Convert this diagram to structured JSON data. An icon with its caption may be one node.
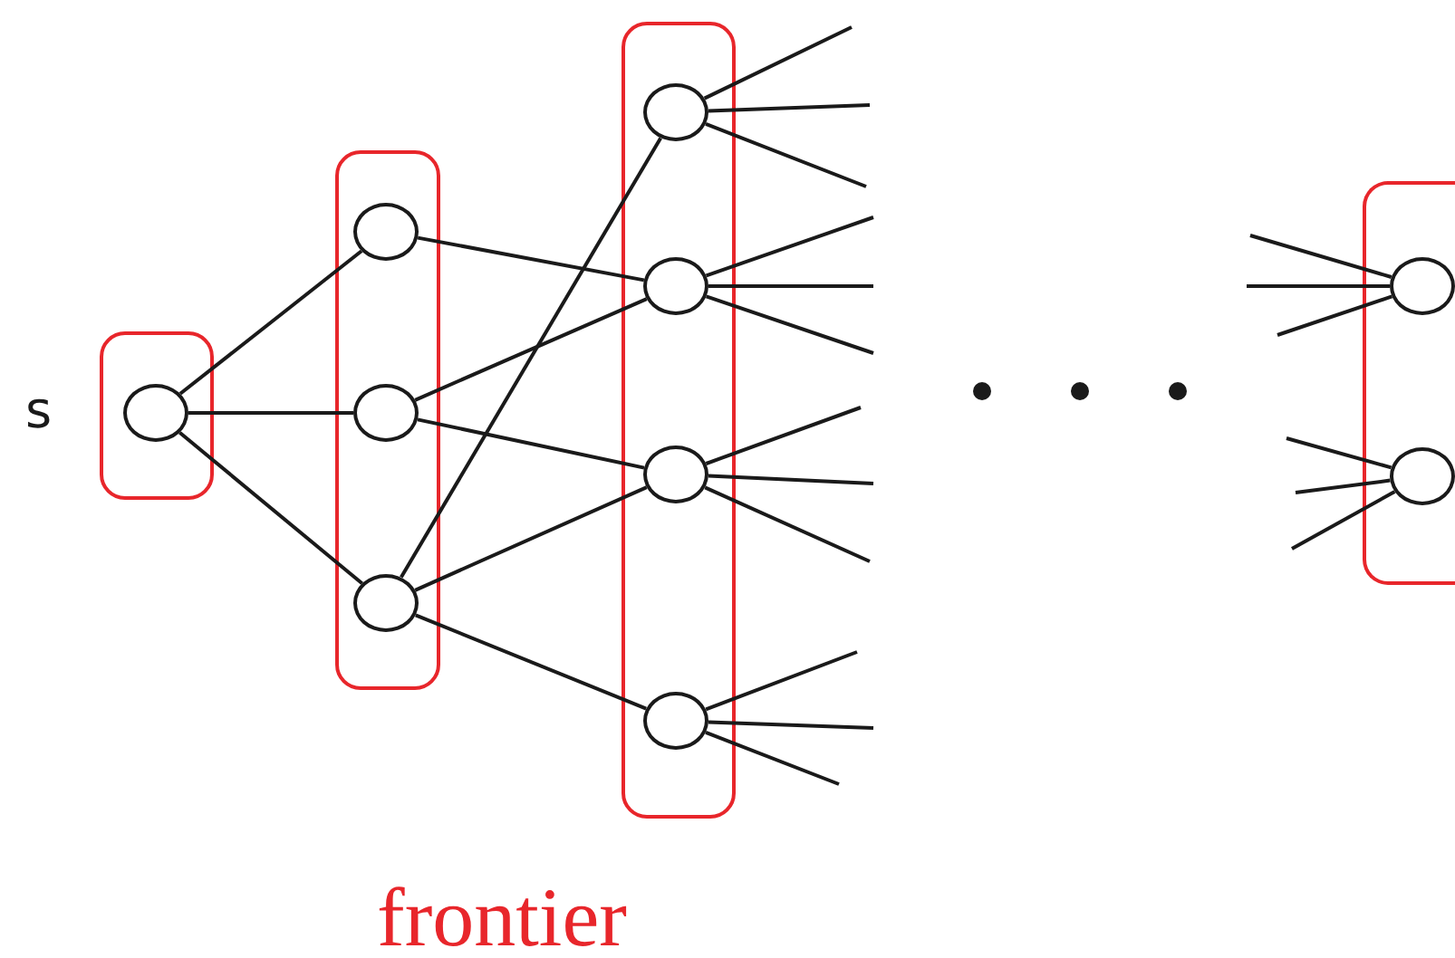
{
  "diagram": {
    "nodes": [
      {
        "text": [],
        "shape": "box"
      },
      {
        "text": [],
        "shape": "circle",
        "in": 0,
        "beside": [
          "s"
        ]
      },
      {
        "text": [],
        "shape": "box"
      },
      {
        "text": [],
        "shape": "circle",
        "in": 2
      },
      {
        "text": [],
        "shape": "circle",
        "in": 2
      },
      {
        "text": [],
        "shape": "circle",
        "in": 2
      },
      {
        "text": [],
        "shape": "box"
      },
      {
        "text": [],
        "shape": "circle",
        "in": 6
      },
      {
        "text": [],
        "shape": "circle",
        "in": 6
      },
      {
        "text": [],
        "shape": "circle",
        "in": 6
      },
      {
        "text": [],
        "shape": "circle",
        "in": 6
      },
      {
        "text": [],
        "shape": "box"
      },
      {
        "text": [],
        "shape": "circle",
        "in": 11
      },
      {
        "text": [],
        "shape": "circle",
        "in": 11
      }
    ],
    "edges": [
      {
        "from": 1,
        "to": 3,
        "arrow": "none"
      },
      {
        "from": 1,
        "to": 4,
        "arrow": "none"
      },
      {
        "from": 1,
        "to": 5,
        "arrow": "none"
      },
      {
        "from": 3,
        "to": 8,
        "arrow": "none"
      },
      {
        "from": 4,
        "to": 8,
        "arrow": "none"
      },
      {
        "from": 4,
        "to": 9,
        "arrow": "none"
      },
      {
        "from": 5,
        "to": 7,
        "arrow": "none"
      },
      {
        "from": 5,
        "to": 9,
        "arrow": "none"
      },
      {
        "from": 5,
        "to": 10,
        "arrow": "none"
      },
      {
        "from": 7,
        "to": null,
        "arrow": "none"
      },
      {
        "from": 7,
        "to": null,
        "arrow": "none"
      },
      {
        "from": 7,
        "to": null,
        "arrow": "none"
      },
      {
        "from": 8,
        "to": null,
        "arrow": "none"
      },
      {
        "from": 8,
        "to": null,
        "arrow": "none"
      },
      {
        "from": 8,
        "to": null,
        "arrow": "none"
      },
      {
        "from": 9,
        "to": null,
        "arrow": "none"
      },
      {
        "from": 9,
        "to": null,
        "arrow": "none"
      },
      {
        "from": 9,
        "to": null,
        "arrow": "none"
      },
      {
        "from": 10,
        "to": null,
        "arrow": "none"
      },
      {
        "from": 10,
        "to": null,
        "arrow": "none"
      },
      {
        "from": 10,
        "to": null,
        "arrow": "none"
      },
      {
        "from": null,
        "to": 12,
        "arrow": "none"
      },
      {
        "from": null,
        "to": 12,
        "arrow": "none"
      },
      {
        "from": null,
        "to": 12,
        "arrow": "none"
      },
      {
        "from": null,
        "to": 13,
        "arrow": "none"
      },
      {
        "from": null,
        "to": 13,
        "arrow": "none"
      },
      {
        "from": null,
        "to": 13,
        "arrow": "none"
      }
    ],
    "labels": [
      "frontier"
    ]
  }
}
